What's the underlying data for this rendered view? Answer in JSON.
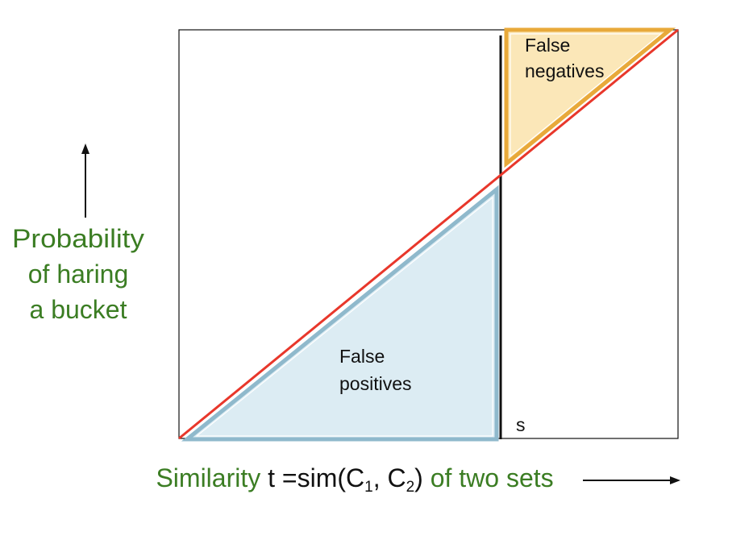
{
  "diagram": {
    "false_negatives": {
      "line1": "False",
      "line2": "negatives"
    },
    "false_positives": {
      "line1": "False",
      "line2": "positives"
    },
    "threshold_label": "s",
    "y_axis_label": {
      "line1": "Probability",
      "line2": "of haring",
      "line3": "a bucket"
    },
    "x_axis_label": {
      "prefix": "Similarity ",
      "t": "t",
      "middle": " =sim(C",
      "sub1": "1",
      "comma": ", C",
      "sub2": "2",
      "suffix": ") of two sets"
    },
    "colors": {
      "diagonal": "#e8372b",
      "fn_fill": "#fbe7b8",
      "fn_stroke": "#e8a93a",
      "fp_fill": "#dcecf3",
      "fp_stroke": "#8fb9cc",
      "label_green": "#3b7d23"
    }
  }
}
